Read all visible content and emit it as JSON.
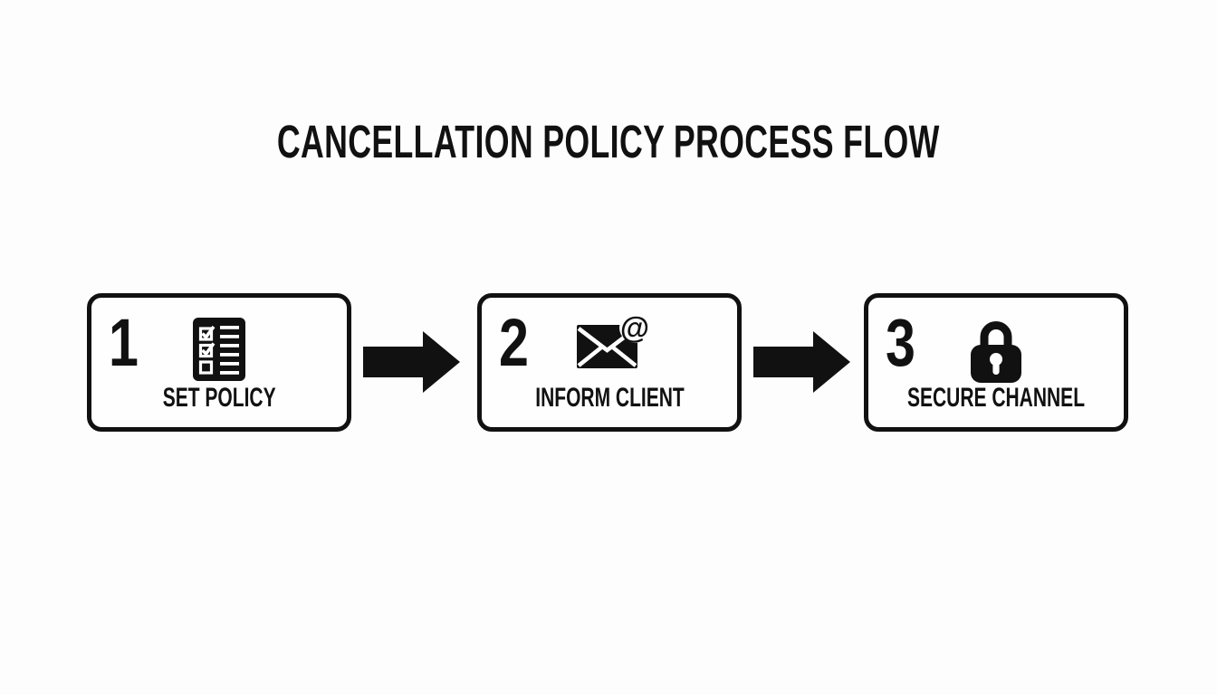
{
  "title": "CANCELLATION POLICY PROCESS FLOW",
  "colors": {
    "background": "#fdfdfd",
    "ink": "#111111"
  },
  "steps": [
    {
      "number": "1",
      "label": "SET POLICY",
      "icon": "checklist-icon"
    },
    {
      "number": "2",
      "label": "INFORM CLIENT",
      "icon": "email-at-icon"
    },
    {
      "number": "3",
      "label": "SECURE CHANNEL",
      "icon": "padlock-icon"
    }
  ],
  "connectors": [
    {
      "type": "arrow-right"
    },
    {
      "type": "arrow-right"
    }
  ]
}
